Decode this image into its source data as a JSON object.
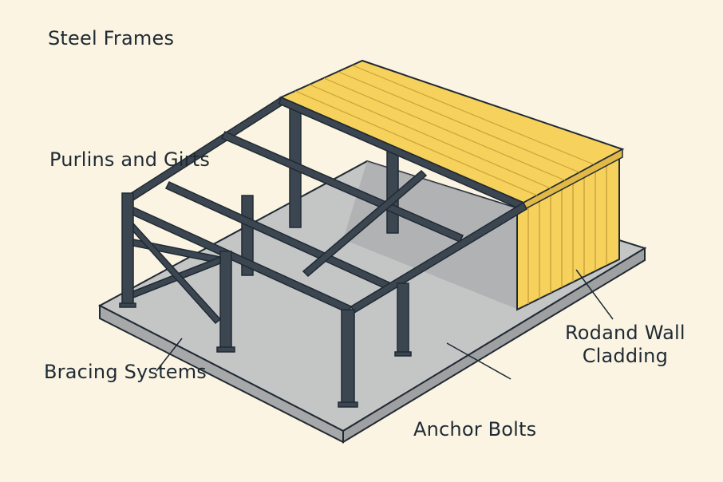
{
  "labels": {
    "steel_frames": "Steel Frames",
    "purlins_girts": "Purlins and Girts",
    "bracing": "Bracing Systems",
    "cladding_line1": "Rodand Wall",
    "cladding_line2": "Cladding",
    "anchor_bolts": "Anchor Bolts"
  },
  "colors": {
    "background": "#fbf4e2",
    "slab_top": "#c4c5c5",
    "slab_side": "#a7a8a9",
    "steel": "#3c4650",
    "cladding": "#f6d15c",
    "outline": "#1f2a34"
  }
}
